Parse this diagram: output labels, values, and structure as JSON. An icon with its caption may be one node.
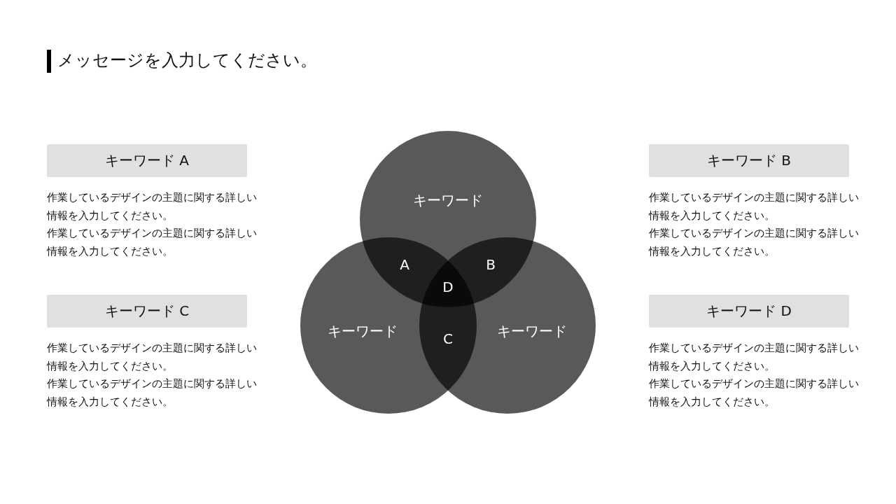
{
  "diagram": {
    "title": "メッセージを入力してください。",
    "nodes": [
      {
        "text": [
          "キーワード A"
        ],
        "beside": [
          "作業しているデザインの主題に関する詳しい情報を入力してください。",
          "作業しているデザインの主題に関する詳しい情報を入力してください。"
        ]
      },
      {
        "text": [
          "キーワード B"
        ],
        "beside": [
          "作業しているデザインの主題に関する詳しい情報を入力してください。",
          "作業しているデザインの主題に関する詳しい情報を入力してください。"
        ]
      },
      {
        "text": [
          "キーワード C"
        ],
        "beside": [
          "作業しているデザインの主題に関する詳しい情報を入力してください。",
          "作業しているデザインの主題に関する詳しい情報を入力してください。"
        ]
      },
      {
        "text": [
          "キーワード D"
        ],
        "beside": [
          "作業しているデザインの主題に関する詳しい情報を入力してください。",
          "作業しているデザインの主題に関する詳しい情報を入力してください。"
        ]
      },
      {
        "text": [
          "キーワード"
        ]
      },
      {
        "text": [
          "キーワード"
        ]
      },
      {
        "text": [
          "キーワード"
        ]
      }
    ],
    "edges": [],
    "labels": [
      "A",
      "B",
      "D",
      "C"
    ]
  }
}
